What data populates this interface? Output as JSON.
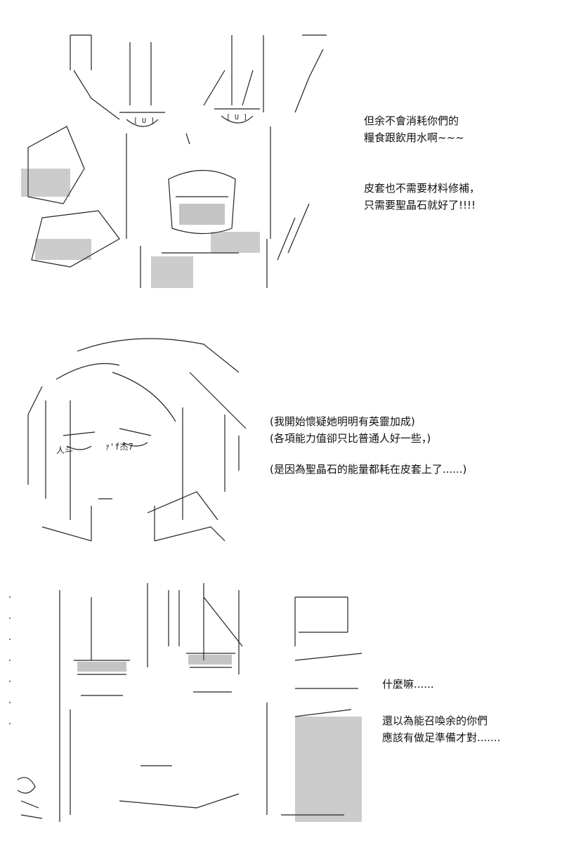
{
  "panels": [
    {
      "art_icon": "saber-alter-laughing-ascii-art-icon",
      "dialogue": [
        [
          "但余不會消耗你們的",
          "糧食跟飲用水啊~~~"
        ],
        [
          "皮套也不需要材料修補，",
          "只需要聖晶石就好了!!!!"
        ]
      ]
    },
    {
      "art_icon": "master-suspicious-ascii-art-icon",
      "dialogue": [
        [
          "(我開始懷疑她明明有英靈加成)",
          "(各項能力值卻只比普通人好一些，)"
        ],
        [
          "(是因為聖晶石的能量都耗在皮套上了......)"
        ]
      ]
    },
    {
      "art_icon": "saber-alter-smug-ascii-art-icon",
      "dialogue": [
        [
          "什麼嘛......"
        ],
        [
          "還以為能召喚余的你們",
          "應該有做足準備才對......."
        ]
      ]
    }
  ]
}
